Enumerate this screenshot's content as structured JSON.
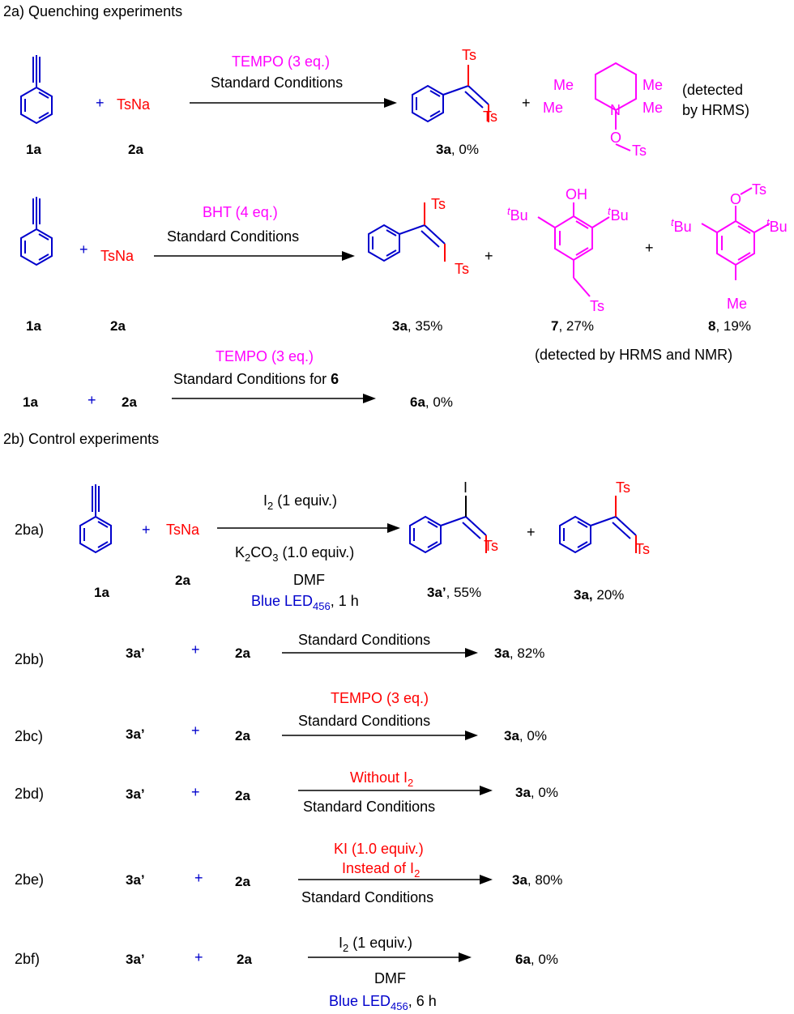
{
  "sections": {
    "quench_title": "2a) Quenching experiments",
    "control_title": "2b) Control experiments"
  },
  "common": {
    "plus": "+",
    "tsna": "TsNa",
    "ts": "Ts",
    "me": "Me",
    "n": "N",
    "o": "O",
    "oh": "OH",
    "i": "I",
    "t": "t",
    "bu": "Bu",
    "cpd_1a": "1a",
    "cpd_2a": "2a",
    "cpd_3a": "3a",
    "cpd_3a_prime": "3a’",
    "cpd_6a": "6a",
    "cpd_7": "7",
    "cpd_8": "8"
  },
  "r1": {
    "reagent": "TEMPO (3 eq.)",
    "conditions": "Standard Conditions",
    "yield_3a": ",  0%",
    "note_line1": "(detected",
    "note_line2": "by HRMS)"
  },
  "r2": {
    "reagent": "BHT (4 eq.)",
    "conditions": "Standard Conditions",
    "yield_3a": ",  35%",
    "yield_7": ", 27%",
    "yield_8": ", 19%",
    "note": "(detected by HRMS and NMR)"
  },
  "r3": {
    "reagent": "TEMPO (3 eq.)",
    "conditions": "Standard Conditions for ",
    "conditions_bold": "6",
    "yield_6a": ", 0%"
  },
  "c2ba": {
    "label": "2ba)",
    "i2_main": "I",
    "i2_sub": "2",
    "i2_tail": " (1 equiv.)",
    "base_a": "K",
    "base_sub1": "2",
    "base_b": "CO",
    "base_sub2": "3",
    "base_tail": " (1.0 equiv.)",
    "solvent": "DMF",
    "light_main": "Blue LED",
    "light_sub": "456",
    "light_tail": ", 1 h",
    "yield_3a_prime": ", 55%",
    "cpd_3a_bold": "3a,",
    "yield_3a": " 20%"
  },
  "c2bb": {
    "label": "2bb)",
    "conditions": "Standard Conditions",
    "yield": ", 82%"
  },
  "c2bc": {
    "label": "2bc)",
    "reagent": "TEMPO (3 eq.)",
    "conditions": "Standard Conditions",
    "yield": ", 0%"
  },
  "c2bd": {
    "label": "2bd)",
    "reagent_main": "Without I",
    "reagent_sub": "2",
    "conditions": "Standard Conditions",
    "yield": ", 0%"
  },
  "c2be": {
    "label": "2be)",
    "reagent_line1": "KI (1.0 equiv.)",
    "reagent_line2_main": "Instead of I",
    "reagent_line2_sub": "2",
    "conditions": "Standard Conditions",
    "yield": ", 80%"
  },
  "c2bf": {
    "label": "2bf)",
    "i2_main": "I",
    "i2_sub": "2",
    "i2_tail": " (1 equiv.)",
    "solvent": "DMF",
    "light_main": "Blue LED",
    "light_sub": "456",
    "light_tail": ", 6 h",
    "yield": ", 0%"
  },
  "colors": {
    "blue": "#0000cc",
    "red": "#ff0000",
    "magenta": "#ff00ff",
    "black": "#000000"
  }
}
